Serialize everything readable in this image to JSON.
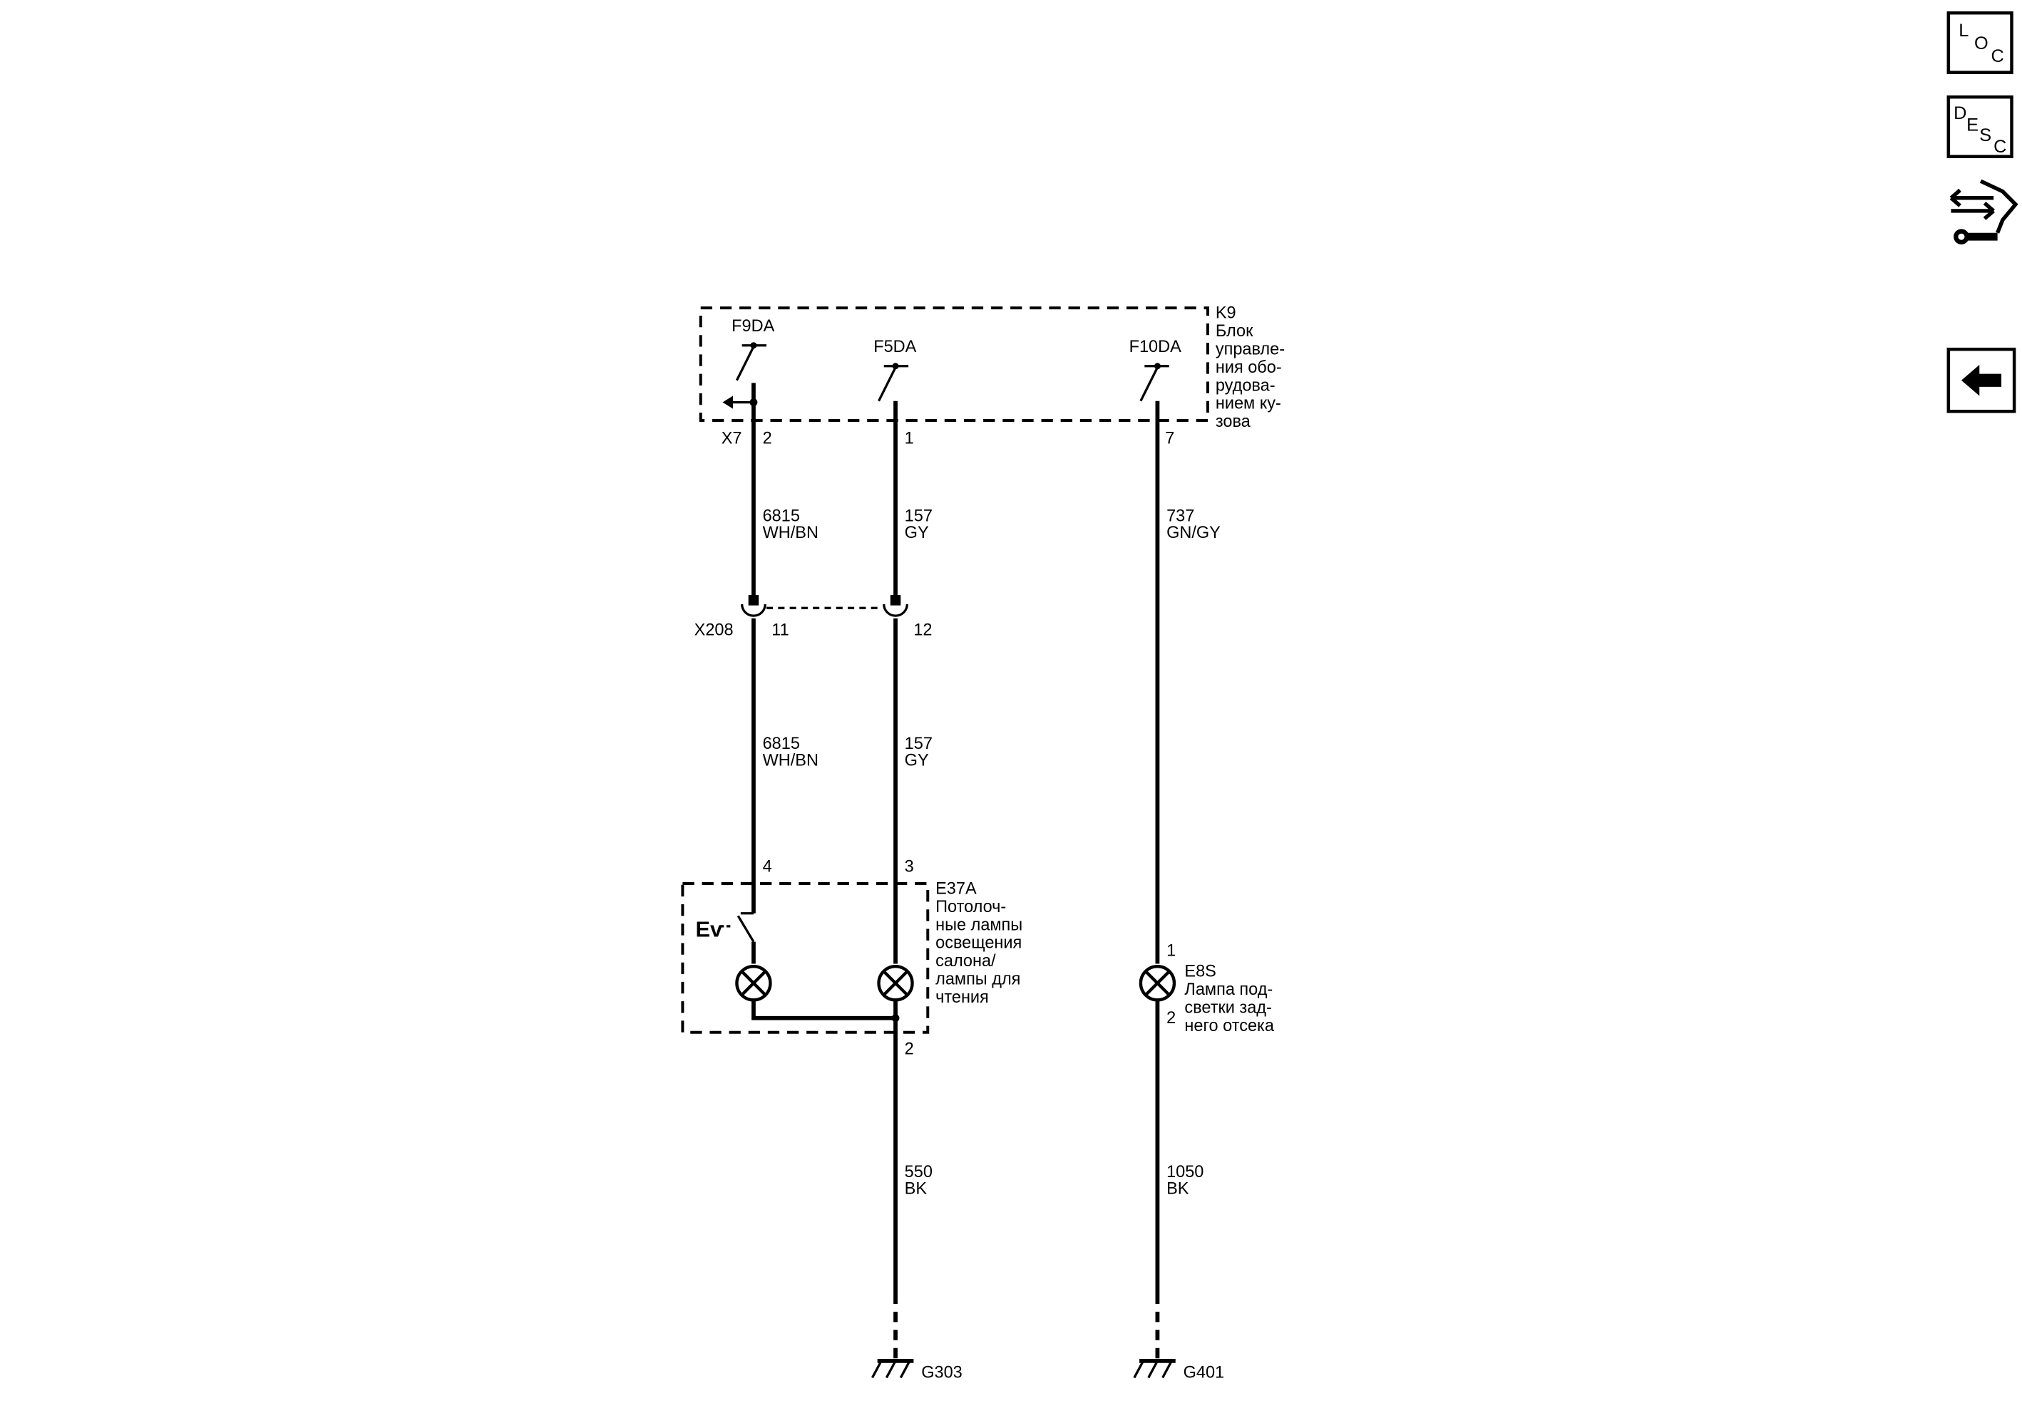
{
  "side_buttons": {
    "loc": {
      "l1": "L",
      "l2": "O",
      "l3": "C"
    },
    "desc": {
      "l1": "D",
      "l2": "E",
      "l3": "S",
      "l4": "C"
    },
    "service_icon": "wrench-arrows-icon",
    "back_icon": "arrow-left-icon"
  },
  "modules": {
    "k9": {
      "id": "K9",
      "lines": [
        "Блок",
        "управле-",
        "ния обо-",
        "рудова-",
        "нием ку-",
        "зова"
      ]
    },
    "e37a": {
      "id": "E37A",
      "lines": [
        "Потолоч-",
        "ные лампы",
        "освещения",
        "салона/",
        "лампы для",
        "чтения"
      ]
    },
    "e8s": {
      "id": "E8S",
      "lines": [
        "Лампа под-",
        "светки зад-",
        "него отсека"
      ]
    }
  },
  "drivers": {
    "f9da": "F9DA",
    "f5da": "F5DA",
    "f10da": "F10DA"
  },
  "connectors": {
    "x7": "X7",
    "x208": "X208"
  },
  "pins": {
    "k9_f9": "2",
    "k9_f5": "1",
    "k9_f10": "7",
    "x208_a": "11",
    "x208_b": "12",
    "e37a_4": "4",
    "e37a_3": "3",
    "e37a_2": "2",
    "e8s_1": "1",
    "e8s_2": "2"
  },
  "wires": {
    "w6815_upper": {
      "num": "6815",
      "color": "WH/BN"
    },
    "w157_upper": {
      "num": "157",
      "color": "GY"
    },
    "w737": {
      "num": "737",
      "color": "GN/GY"
    },
    "w6815_lower": {
      "num": "6815",
      "color": "WH/BN"
    },
    "w157_lower": {
      "num": "157",
      "color": "GY"
    },
    "w550": {
      "num": "550",
      "color": "BK"
    },
    "w1050": {
      "num": "1050",
      "color": "BK"
    }
  },
  "grounds": {
    "g303": "G303",
    "g401": "G401"
  },
  "switch_symbol": "Ev"
}
